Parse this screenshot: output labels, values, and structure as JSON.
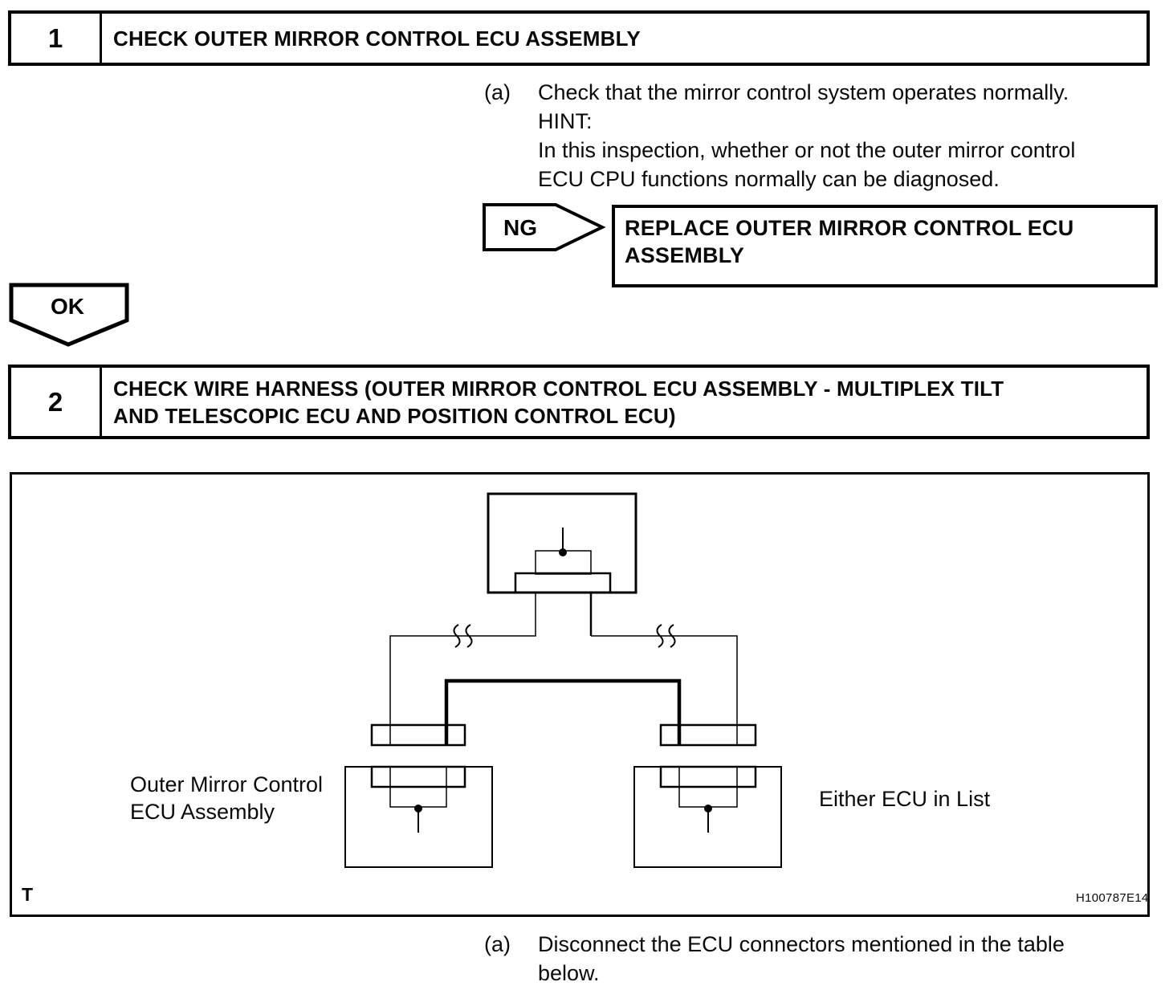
{
  "page": {
    "background": "#ffffff",
    "ink": "#000000"
  },
  "step1": {
    "number": "1",
    "title": "CHECK OUTER MIRROR CONTROL ECU ASSEMBLY",
    "body": {
      "marker": "(a)",
      "lines": [
        "Check that the mirror control system operates normally.",
        "HINT:",
        "In this inspection, whether or not the outer mirror control",
        "ECU CPU functions normally can be diagnosed."
      ]
    },
    "ng": {
      "label": "NG",
      "action_lines": [
        "REPLACE OUTER MIRROR CONTROL ECU",
        "ASSEMBLY"
      ]
    },
    "ok_label": "OK"
  },
  "step2": {
    "number": "2",
    "title_lines": [
      "CHECK WIRE HARNESS (OUTER MIRROR CONTROL ECU ASSEMBLY - MULTIPLEX TILT",
      "AND TELESCOPIC ECU AND POSITION CONTROL ECU)"
    ],
    "diagram": {
      "left_label_lines": [
        "Outer Mirror Control",
        "ECU Assembly"
      ],
      "right_label": "Either ECU in List",
      "corner_mark": "T",
      "figure_code": "H100787E14"
    },
    "body": {
      "marker": "(a)",
      "lines": [
        "Disconnect the ECU connectors mentioned in the table",
        "below."
      ]
    }
  }
}
